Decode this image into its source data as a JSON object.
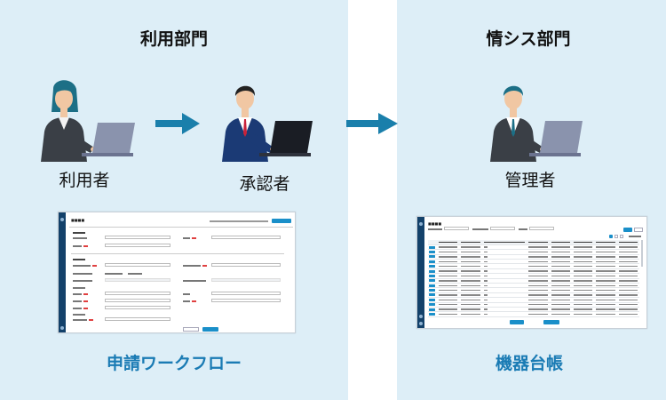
{
  "sections": {
    "user_dept": "利用部門",
    "it_dept": "情シス部門"
  },
  "roles": {
    "user": "利用者",
    "approver": "承認者",
    "admin": "管理者"
  },
  "captions": {
    "workflow": "申請ワークフロー",
    "inventory": "機器台帳"
  },
  "colors": {
    "panel_bg": "#ddeef7",
    "arrow": "#1a7fab",
    "caption": "#1a7bb4",
    "screen_sidebar": "#13416a",
    "screen_button": "#1a8fc9",
    "hair": "#1c6f86",
    "laptop": "#8a93ad"
  },
  "icons": [
    "person-woman-laptop-icon",
    "person-man-suit-laptop-icon",
    "person-man-laptop-icon",
    "arrow-right-icon"
  ]
}
